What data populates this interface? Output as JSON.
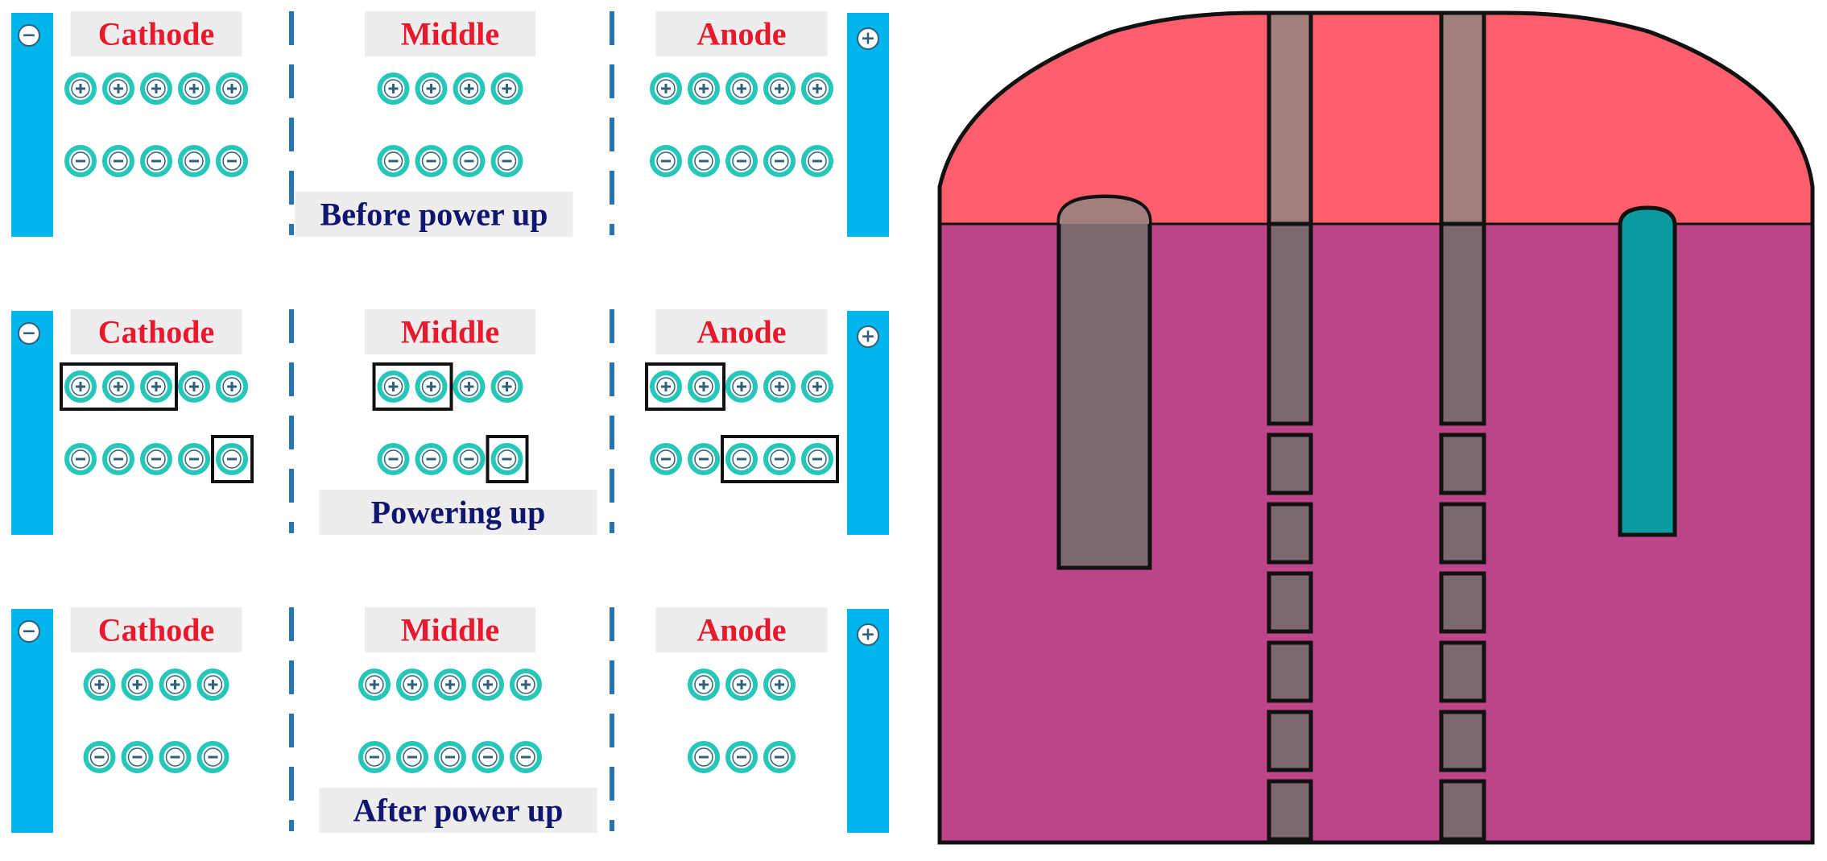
{
  "colors": {
    "electrode": "#00B4EC",
    "ion_ring": "#26C7B8",
    "ion_sign": "#30607A",
    "region_label": "#E8192C",
    "stage_label": "#101570",
    "label_box": "#EDEDED",
    "divider": "#2774B0",
    "highlight_box": "#111111",
    "cell_top": "#FF5E6D",
    "cell_body": "#BC4589",
    "cell_column": "#7D6872",
    "cell_column_top": "#A27F7F",
    "cell_cathode_rod": "#7D6872",
    "cell_anode_rod": "#0C9A9E",
    "outline": "#111111"
  },
  "electrodes": {
    "cathode_sign": "−",
    "anode_sign": "+"
  },
  "stages": [
    {
      "name": "before",
      "regions": {
        "cathode": "Cathode",
        "middle": "Middle",
        "anode": "Anode"
      },
      "caption": "Before power up",
      "ions": {
        "cathode": {
          "plus": 5,
          "minus": 5
        },
        "middle": {
          "plus": 4,
          "minus": 4
        },
        "anode": {
          "plus": 5,
          "minus": 5
        }
      },
      "highlights": []
    },
    {
      "name": "powering",
      "regions": {
        "cathode": "Cathode",
        "middle": "Middle",
        "anode": "Anode"
      },
      "caption": "Powering up",
      "ions": {
        "cathode": {
          "plus": 5,
          "minus": 5
        },
        "middle": {
          "plus": 4,
          "minus": 4
        },
        "anode": {
          "plus": 5,
          "minus": 5
        }
      },
      "highlights": [
        {
          "region": "cathode",
          "row": "plus",
          "from": 0,
          "count": 3
        },
        {
          "region": "cathode",
          "row": "minus",
          "from": 4,
          "count": 1
        },
        {
          "region": "middle",
          "row": "plus",
          "from": 0,
          "count": 2
        },
        {
          "region": "middle",
          "row": "minus",
          "from": 3,
          "count": 1
        },
        {
          "region": "anode",
          "row": "plus",
          "from": 0,
          "count": 2
        },
        {
          "region": "anode",
          "row": "minus",
          "from": 2,
          "count": 3
        }
      ]
    },
    {
      "name": "after",
      "regions": {
        "cathode": "Cathode",
        "middle": "Middle",
        "anode": "Anode"
      },
      "caption": "After power up",
      "ions": {
        "cathode": {
          "plus": 4,
          "minus": 4
        },
        "middle": {
          "plus": 5,
          "minus": 5
        },
        "anode": {
          "plus": 3,
          "minus": 3
        }
      },
      "highlights": []
    }
  ],
  "cell": {
    "column_segments": 6
  }
}
